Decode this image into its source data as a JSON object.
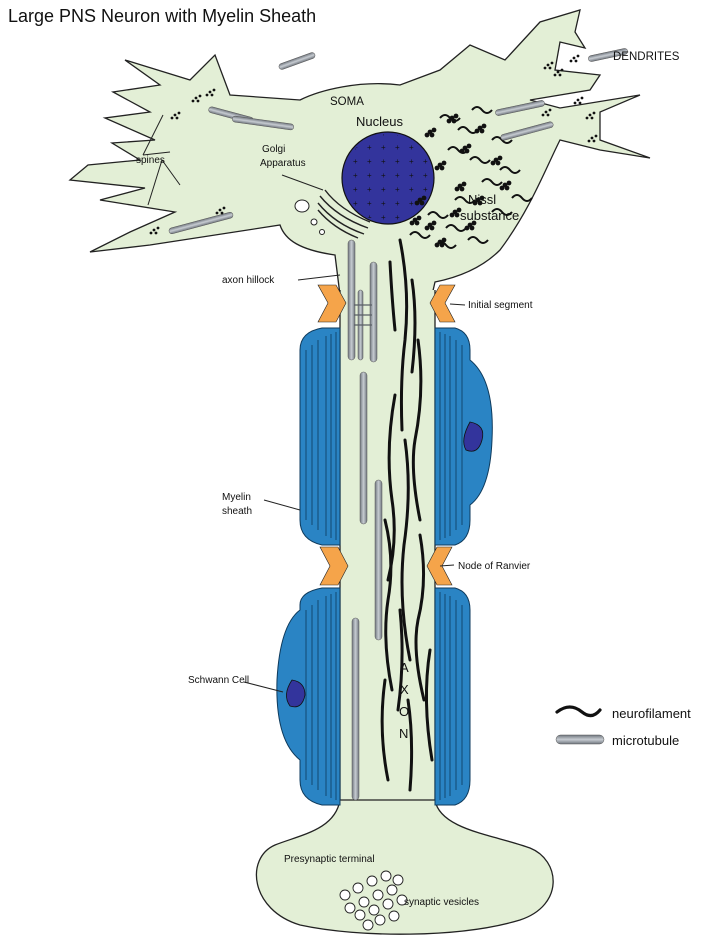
{
  "title": "Large PNS Neuron with  Myelin Sheath",
  "labels": {
    "soma": "SOMA",
    "nucleus": "Nucleus",
    "dendrites": "DENDRITES",
    "spines": "spines",
    "golgi_line1": "Golgi",
    "golgi_line2": "Apparatus",
    "nissl_line1": "Nissl",
    "nissl_line2": "substance",
    "axon_hillock": "axon hillock",
    "initial_segment": "Initial segment",
    "myelin_line1": "Myelin",
    "myelin_line2": "sheath",
    "node_of_ranvier": "Node of Ranvier",
    "schwann_cell": "Schwann Cell",
    "axon_letters": [
      "A",
      "X",
      "O",
      "N"
    ],
    "presynaptic_terminal": "Presynaptic terminal",
    "synaptic_vesicles": "synaptic vesicles"
  },
  "legend": [
    {
      "symbol": "neurofilament",
      "label": "neurofilament"
    },
    {
      "symbol": "microtubule",
      "label": "microtubule"
    }
  ],
  "colors": {
    "cytoplasm": "#e3efd6",
    "nucleus": "#33349c",
    "myelin": "#2a84c4",
    "node": "#f5a44a",
    "neurofilament": "#111111",
    "microtubule": "#9fa5ad"
  }
}
